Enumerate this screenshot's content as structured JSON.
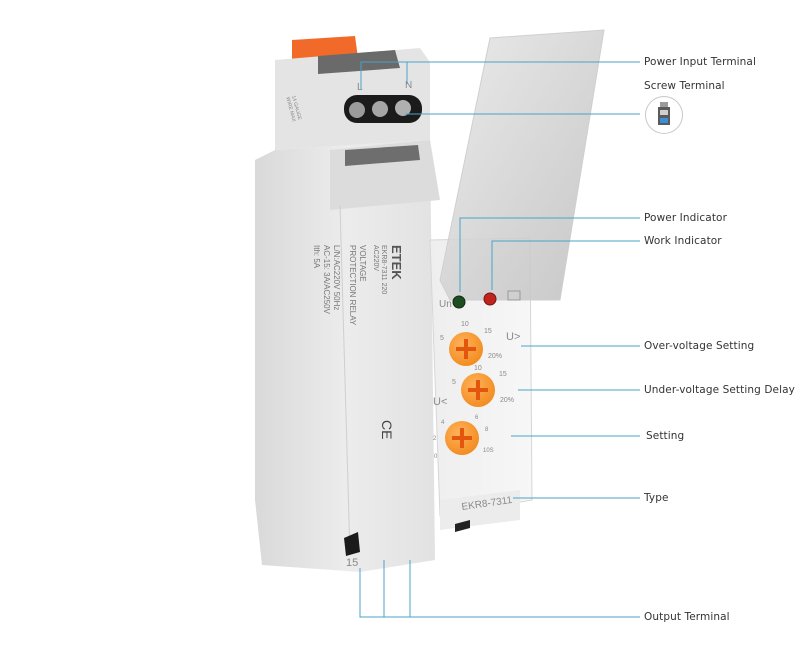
{
  "callouts": {
    "power_input_terminal": "Power Input Terminal",
    "screw_terminal": "Screw Terminal",
    "power_indicator": "Power Indicator",
    "work_indicator": "Work Indicator",
    "over_voltage_setting": "Over-voltage Setting",
    "under_voltage_setting_delay": "Under-voltage Setting Delay",
    "setting": "Setting",
    "type": "Type",
    "output_terminal": "Output Terminal"
  },
  "device": {
    "brand": "ETEK",
    "model_code": "EKR8-7311 220",
    "supply": "AC220V",
    "title_line1": "VOLTAGE",
    "title_line2": "PROTECTION RELAY",
    "spec1": "L/N:AC220V 50Hz",
    "spec2": "AC-15: 3A/AC250V",
    "spec3": "Ith: 5A",
    "wire_note1": "14 GAUGE",
    "wire_note2": "WIRE MAX",
    "ce_mark": "CE",
    "terminal_L": "L",
    "terminal_N": "N",
    "terminal_15": "15",
    "panel_type": "EKR8-7311",
    "led_label": "Un",
    "over_symbol": "U>",
    "under_symbol": "U<",
    "dial1_ticks": [
      "5",
      "10",
      "15",
      "20%"
    ],
    "dial2_ticks": [
      "5",
      "10",
      "15",
      "20%"
    ],
    "dial3_ticks": [
      "0",
      "2",
      "4",
      "6",
      "8",
      "10S"
    ]
  },
  "colors": {
    "callout_line": "#4aa3c8",
    "dial": "#f7922a",
    "clip": "#f26a2a",
    "power_led": "#1f4d22",
    "work_led": "#c0221e",
    "body": "#e9e9e9"
  }
}
